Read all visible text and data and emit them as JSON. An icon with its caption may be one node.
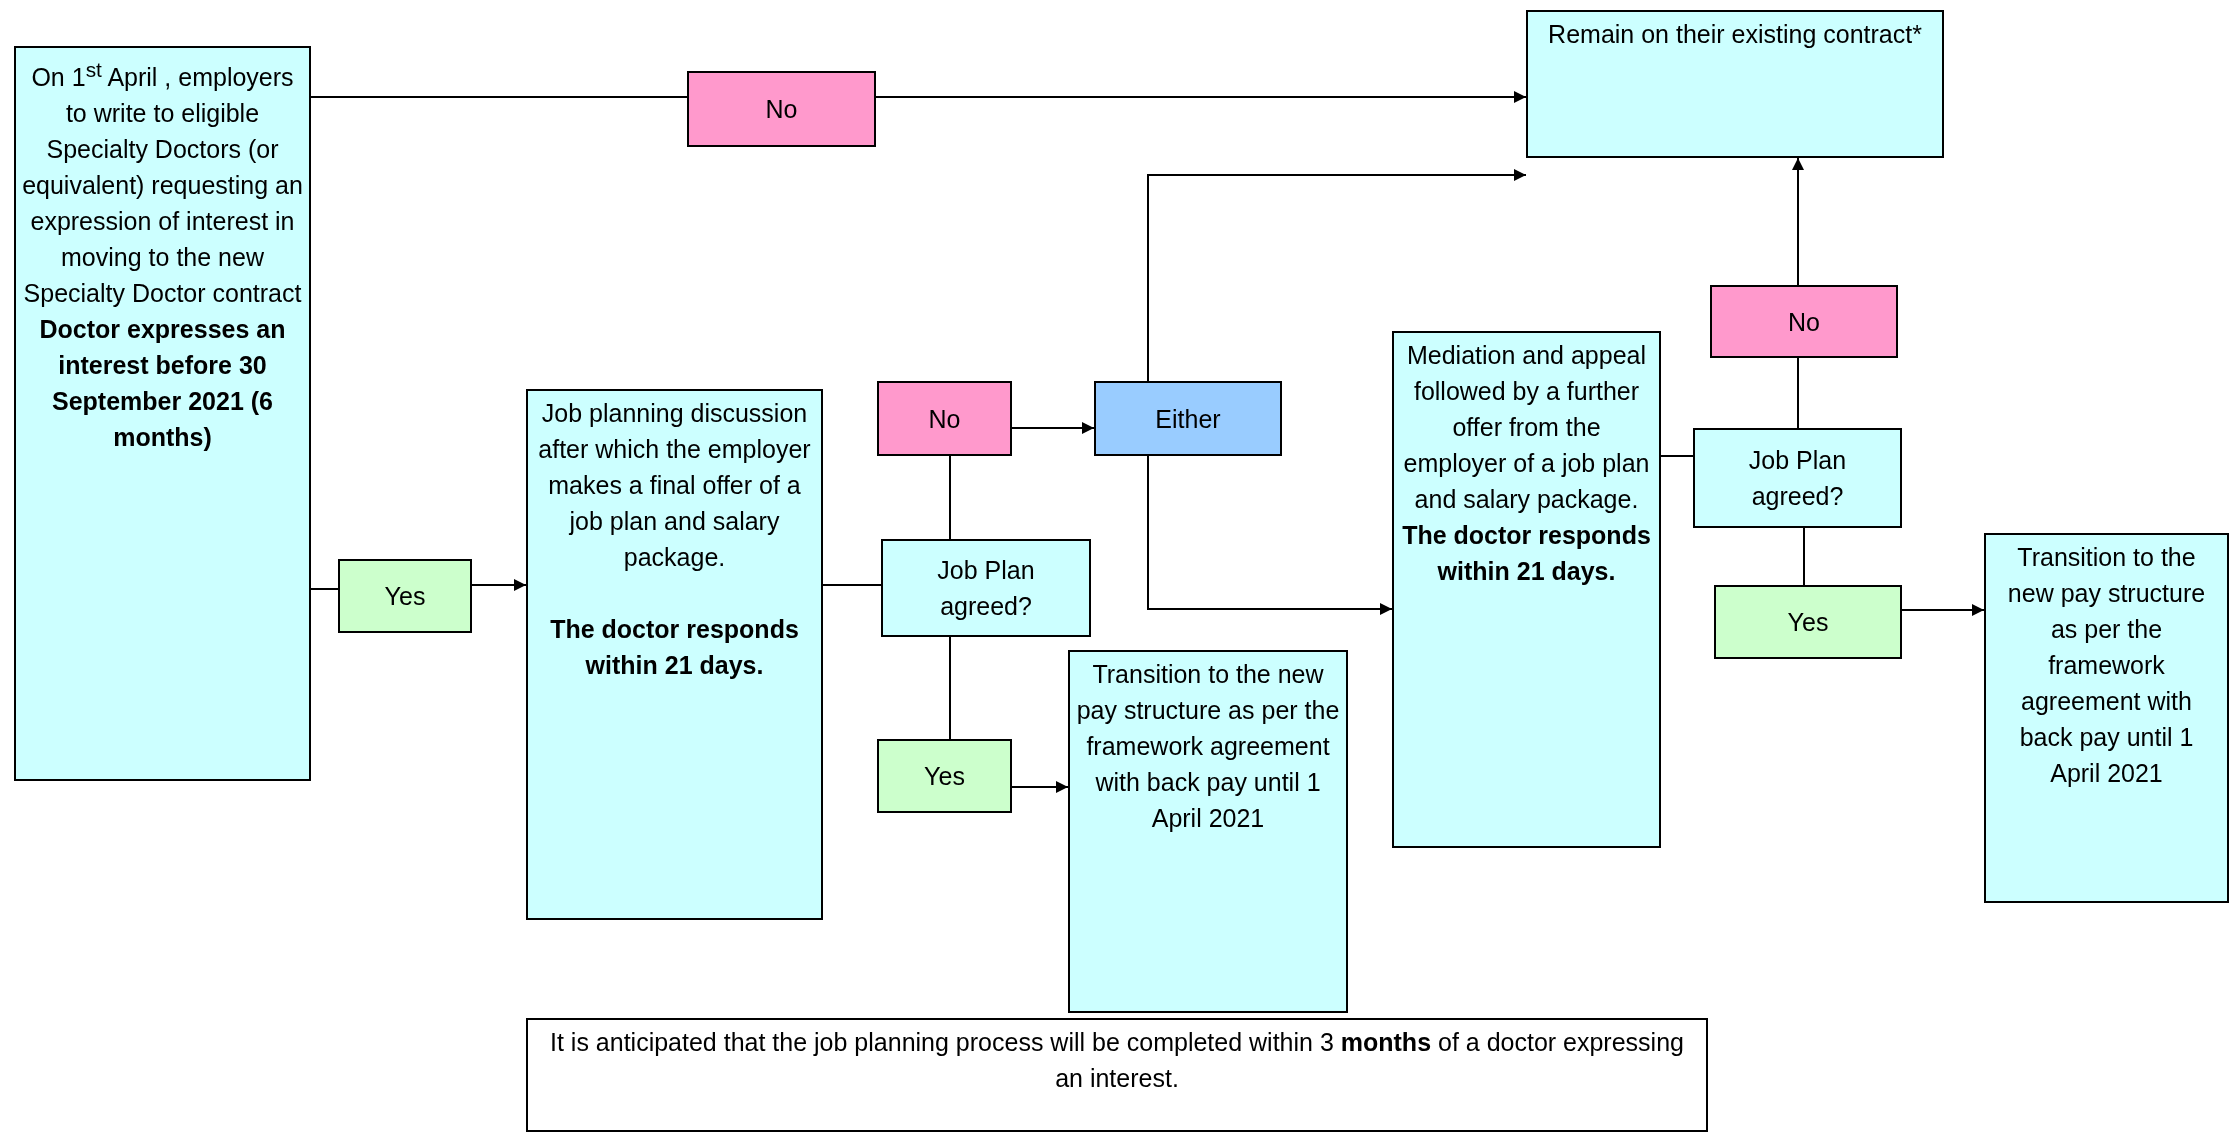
{
  "diagram": {
    "nodes": [
      {
        "text": [
          "On 1$^{st}$ April , employers to write to eligible Specialty Doctors (or equivalent) requesting an expression of interest in moving to the new Specialty Doctor contract",
          "Doctor expresses an interest before 30 September 2021 (6 months)"
        ]
      },
      {
        "text": [
          "No"
        ]
      },
      {
        "text": [
          "Remain on their existing contract*"
        ]
      },
      {
        "text": [
          "Yes"
        ]
      },
      {
        "text": [
          "Job planning discussion after which the employer makes a final offer of a job plan and salary package.",
          "The doctor responds within 21 days."
        ]
      },
      {
        "text": [
          "No"
        ]
      },
      {
        "text": [
          "Either"
        ]
      },
      {
        "text": [
          "Job Plan agreed?"
        ]
      },
      {
        "text": [
          "Yes"
        ]
      },
      {
        "text": [
          "Transition to the new pay structure as per the framework agreement with back pay until 1 April 2021"
        ]
      },
      {
        "text": [
          "Mediation and appeal followed by a further offer from the employer of a job plan and salary package.",
          "The doctor responds within 21 days."
        ]
      },
      {
        "text": [
          "No"
        ]
      },
      {
        "text": [
          "Job Plan agreed?"
        ]
      },
      {
        "text": [
          "Yes"
        ]
      },
      {
        "text": [
          "Transition to the new pay structure as per the framework agreement with back pay until 1 April 2021"
        ]
      },
      {
        "text": [
          "It is anticipated that the job planning process will be completed within 3 **months** of a doctor expressing an interest."
        ]
      }
    ],
    "edges": [
      {
        "from": 0,
        "to": 1,
        "arrow": "none"
      },
      {
        "from": 1,
        "to": 2,
        "arrow": "to"
      },
      {
        "from": 0,
        "to": 3,
        "arrow": "none"
      },
      {
        "from": 3,
        "to": 4,
        "arrow": "to"
      },
      {
        "from": 4,
        "to": 7,
        "arrow": "none"
      },
      {
        "from": 7,
        "to": 5,
        "arrow": "none"
      },
      {
        "from": 5,
        "to": 6,
        "arrow": "to"
      },
      {
        "from": 6,
        "to": 2,
        "arrow": "to"
      },
      {
        "from": 6,
        "to": 10,
        "arrow": "to"
      },
      {
        "from": 7,
        "to": 8,
        "arrow": "none"
      },
      {
        "from": 8,
        "to": 9,
        "arrow": "to"
      },
      {
        "from": 10,
        "to": 12,
        "arrow": "none"
      },
      {
        "from": 12,
        "to": 11,
        "arrow": "none"
      },
      {
        "from": 11,
        "to": 2,
        "arrow": "to"
      },
      {
        "from": 12,
        "to": 13,
        "arrow": "none"
      },
      {
        "from": 13,
        "to": 14,
        "arrow": "to"
      }
    ]
  }
}
